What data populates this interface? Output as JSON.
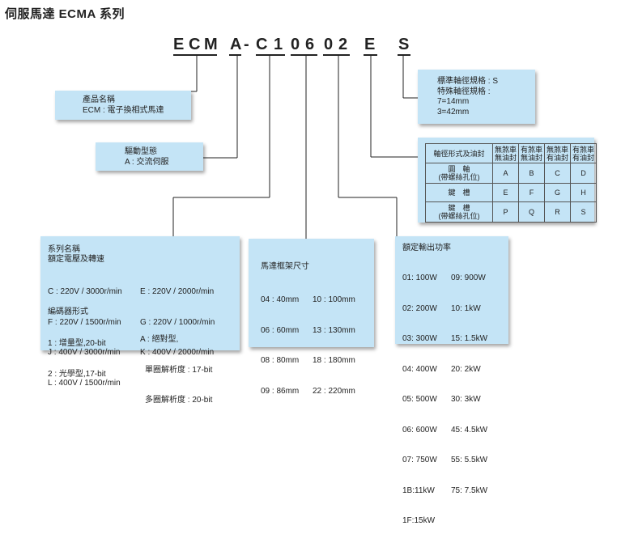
{
  "title": "伺服馬達 ECMA 系列",
  "code": {
    "chars": [
      "E",
      "C",
      "M",
      "A",
      "-",
      "C",
      "1",
      "0",
      "6",
      "0",
      "2",
      "E",
      "S"
    ]
  },
  "product_name": {
    "lines": [
      "產品名稱",
      "ECM : 電子換相式馬達"
    ]
  },
  "drive_type": {
    "lines": [
      "驅動型態",
      "A : 交流伺服"
    ]
  },
  "shaft_spec": {
    "lines": [
      "標準軸徑規格 : S",
      "特殊軸徑規格 :",
      "7=14mm",
      "3=42mm"
    ]
  },
  "shaft_table": {
    "header": [
      "軸徑形式及油封",
      "無煞車\n無油封",
      "有煞車\n無油封",
      "無煞車\n有油封",
      "有煞車\n有油封"
    ],
    "rows": [
      {
        "label": "圓　軸\n(帶螺絲孔位)",
        "cells": [
          "A",
          "B",
          "C",
          "D"
        ]
      },
      {
        "label": "鍵　槽",
        "cells": [
          "E",
          "F",
          "G",
          "H"
        ]
      },
      {
        "label": "鍵　槽\n(帶螺絲孔位)",
        "cells": [
          "P",
          "Q",
          "R",
          "S"
        ]
      }
    ]
  },
  "series": {
    "heading1": "系列名稱",
    "heading2": "額定電壓及轉速",
    "speeds_left": [
      "C : 220V / 3000r/min",
      "F : 220V / 1500r/min",
      "J : 400V / 3000r/min",
      "L : 400V / 1500r/min"
    ],
    "speeds_right": [
      "E : 220V / 2000r/min",
      "G : 220V / 1000r/min",
      "K : 400V / 2000r/min"
    ],
    "encoder_heading": "編碼器形式",
    "encoder_left": [
      "1 : 增量型,20-bit",
      "2 : 光學型,17-bit"
    ],
    "encoder_right": [
      "A : 絕對型,",
      "單圈解析度 : 17-bit",
      "多圈解析度 : 20-bit"
    ]
  },
  "frame": {
    "heading": "馬達框架尺寸",
    "left": [
      "04 : 40mm",
      "06 : 60mm",
      "08 : 80mm",
      "09 : 86mm"
    ],
    "right": [
      "10 : 100mm",
      "13 : 130mm",
      "18 : 180mm",
      "22 : 220mm"
    ]
  },
  "power": {
    "heading": "額定輸出功率",
    "left": [
      "01: 100W",
      "02: 200W",
      "03: 300W",
      "04: 400W",
      "05: 500W",
      "06: 600W",
      "07: 750W",
      "1B:11kW",
      "1F:15kW"
    ],
    "right": [
      "09: 900W",
      "10: 1kW",
      "15: 1.5kW",
      "20: 2kW",
      "30: 3kW",
      "45: 4.5kW",
      "55: 5.5kW",
      "75: 7.5kW"
    ]
  }
}
